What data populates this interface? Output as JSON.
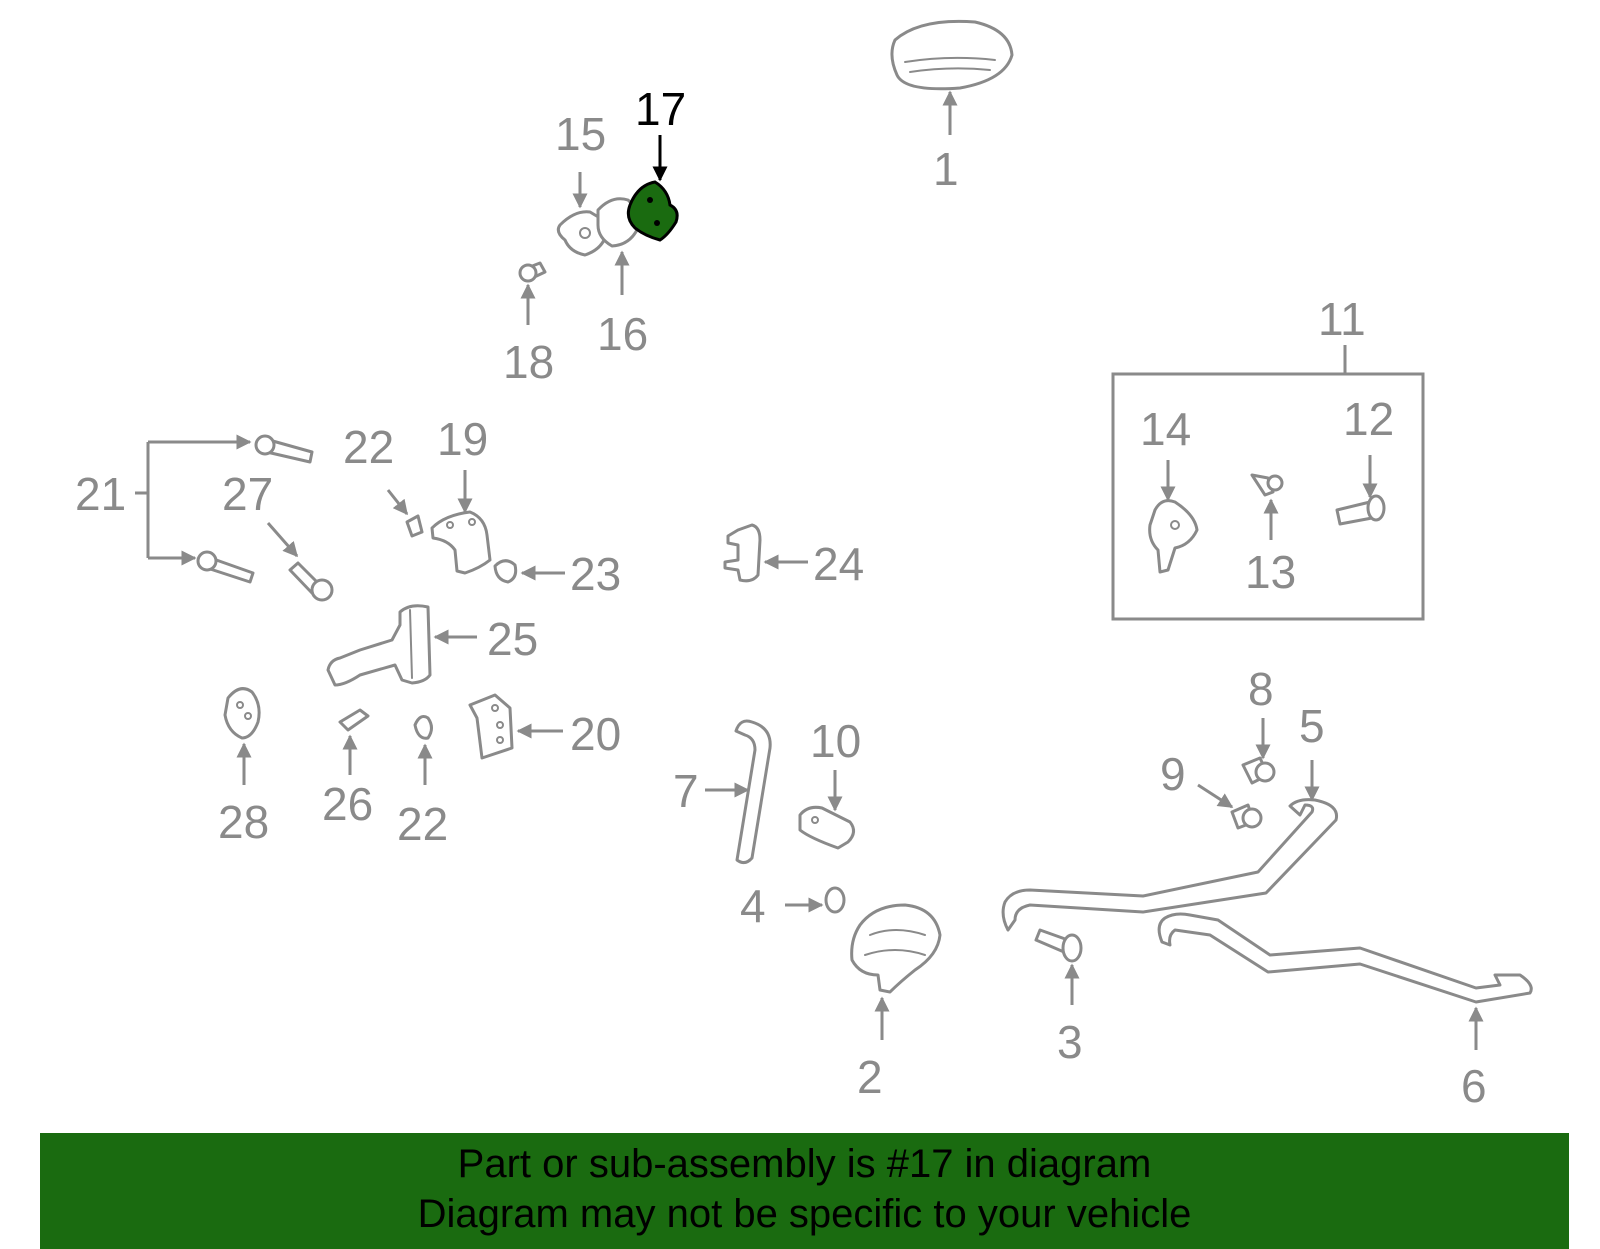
{
  "diagram": {
    "highlight_color": "#1a6b10",
    "callouts": {
      "c1": "1",
      "c2": "2",
      "c3": "3",
      "c4": "4",
      "c5": "5",
      "c6": "6",
      "c7": "7",
      "c8": "8",
      "c9": "9",
      "c10": "10",
      "c11": "11",
      "c12": "12",
      "c13": "13",
      "c14": "14",
      "c15": "15",
      "c16": "16",
      "c17": "17",
      "c18": "18",
      "c19": "19",
      "c20": "20",
      "c21": "21",
      "c22a": "22",
      "c22b": "22",
      "c23": "23",
      "c24": "24",
      "c25": "25",
      "c26": "26",
      "c27": "27",
      "c28": "28"
    }
  },
  "banner": {
    "line1": "Part or sub-assembly is #17 in diagram",
    "line2": "Diagram may not be specific to your vehicle",
    "background": "#1a6b10"
  }
}
